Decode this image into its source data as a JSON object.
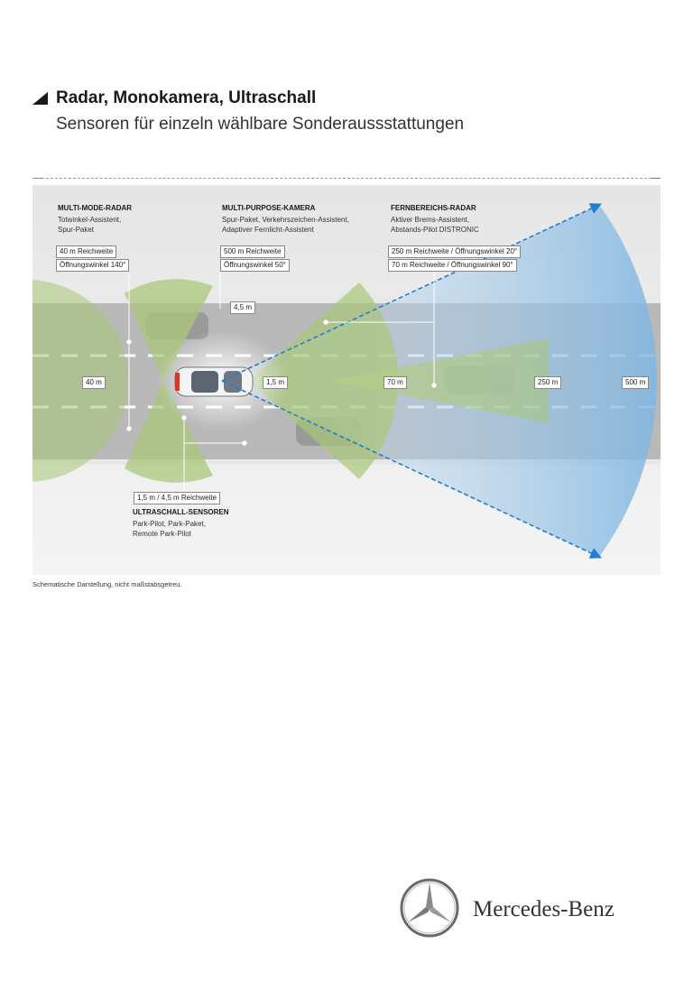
{
  "header": {
    "title": "Radar, Monokamera, Ultraschall",
    "subtitle": "Sensoren für einzeln wählbare Sonderaussstattungen"
  },
  "sensors": {
    "multi_mode_radar": {
      "heading": "MULTI-MODE-RADAR",
      "line1": "Totwinkel-Assistent,",
      "line2": "Spur-Paket",
      "range": "40 m Reichweite",
      "angle": "Öffnungswinkel 140°"
    },
    "multi_purpose_camera": {
      "heading": "MULTI-PURPOSE-KAMERA",
      "line1": "Spur-Paket, Verkehrszeichen-Assistent,",
      "line2": "Adaptiver Fernlicht-Assistent",
      "range": "500 m Reichweite",
      "angle": "Öffnungswinkel 50°"
    },
    "long_range_radar": {
      "heading": "FERNBEREICHS-RADAR",
      "line1": "Aktiver Brems-Assistent,",
      "line2": "Abstands-Pilot DISTRONIC",
      "range1": "250 m Reichweite / Öffnungswinkel 20°",
      "range2": "70 m Reichweite / Öffnungswinkel 90°"
    },
    "ultrasonic": {
      "range": "1,5 m / 4,5 m Reichweite",
      "heading": "ULTRASCHALL-SENSOREN",
      "line1": "Park-Pilot, Park-Paket,",
      "line2": "Remote Park-Pilot"
    }
  },
  "distances": {
    "d40": "40 m",
    "d4_5": "4,5 m",
    "d1_5": "1,5 m",
    "d70": "70 m",
    "d250": "250 m",
    "d500": "500 m"
  },
  "colors": {
    "green_zone": "#a9c779",
    "blue_zone": "#9cc6e6",
    "road": "#b9b9b9",
    "arrow": "#1f7fd0"
  },
  "footnote": "Schematische Darstellung, nicht maßstabsgetreu.",
  "brand": {
    "name": "Mercedes-Benz",
    "logo_icon": "mercedes-star-icon"
  }
}
